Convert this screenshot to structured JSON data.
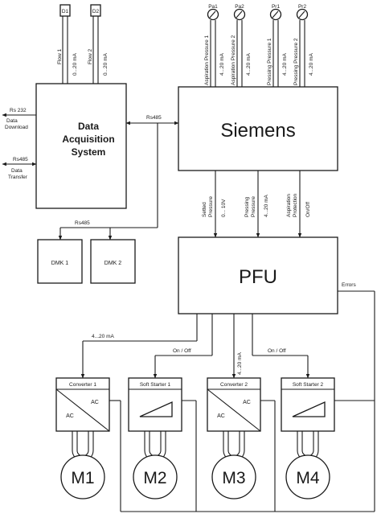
{
  "sensors": {
    "d1": "D1",
    "d2": "D2",
    "flow1": "Flow 1",
    "flow2": "Flow 2",
    "flow1_range": "0...20 mA",
    "flow2_range": "0...20 mA",
    "pa1": "Pa1",
    "pa2": "Pa2",
    "pr1": "Pr1",
    "pr2": "Pr2",
    "asp1": "Aspiration Pressure 1",
    "asp2": "Aspiration Pressure 2",
    "pr1_label": "Pressing Pressure 1",
    "pr2_label": "Pressing Pressure 2",
    "range": "4...20 mA"
  },
  "das": {
    "title_line1": "Data",
    "title_line2": "Acquisition",
    "title_line3": "System",
    "rs232": "Rs 232",
    "data_download_line1": "Data",
    "data_download_line2": "Download",
    "rs485": "Rs485",
    "data_transfer_line1": "Data",
    "data_transfer_line2": "Transfer",
    "siemens_link": "Rs485",
    "dmk_link": "Rs485"
  },
  "siemens": {
    "title": "Siemens",
    "sig1_line1": "Setted",
    "sig1_line2": "Pressure",
    "sig1_range": "0... 10V",
    "sig2_line1": "Pressing",
    "sig2_line2": "Pressure",
    "sig2_range": "4...20 mA",
    "sig3_line1": "Aspiration",
    "sig3_line2": "Protection",
    "sig3_state": "On/Off"
  },
  "dmk": {
    "dmk1": "DMK 1",
    "dmk2": "DMK 2"
  },
  "pfu": {
    "title": "PFU",
    "errors": "Errors",
    "out_range": "4...20 mA",
    "onoff1": "On / Off",
    "onoff2": "On / Off",
    "mid_range": "4...20 mA"
  },
  "drives": {
    "conv1": "Converter 1",
    "soft1": "Soft Starter 1",
    "conv2": "Converter 2",
    "soft2": "Soft Starter 2",
    "ac": "AC"
  },
  "motors": {
    "m1": "M1",
    "m2": "M2",
    "m3": "M3",
    "m4": "M4"
  }
}
